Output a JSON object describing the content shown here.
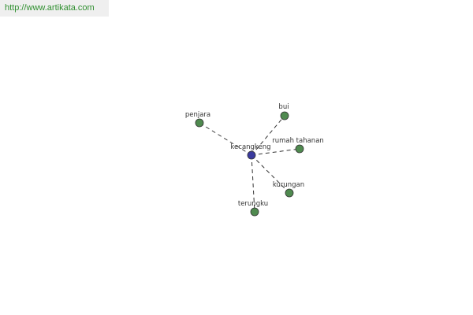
{
  "source_url": "http://www.artikata.com",
  "graph": {
    "center": {
      "label": "kecangkeng",
      "color": "#3a3a9e"
    },
    "leaf_color": "#4f8a4f",
    "edge_color": "#333333",
    "label_color": "#333333",
    "nodes": [
      {
        "id": "penjara",
        "label": "penjara"
      },
      {
        "id": "bui",
        "label": "bui"
      },
      {
        "id": "rumah-tahanan",
        "label": "rumah tahanan"
      },
      {
        "id": "kurungan",
        "label": "kurungan"
      },
      {
        "id": "terungku",
        "label": "terungku"
      }
    ]
  }
}
